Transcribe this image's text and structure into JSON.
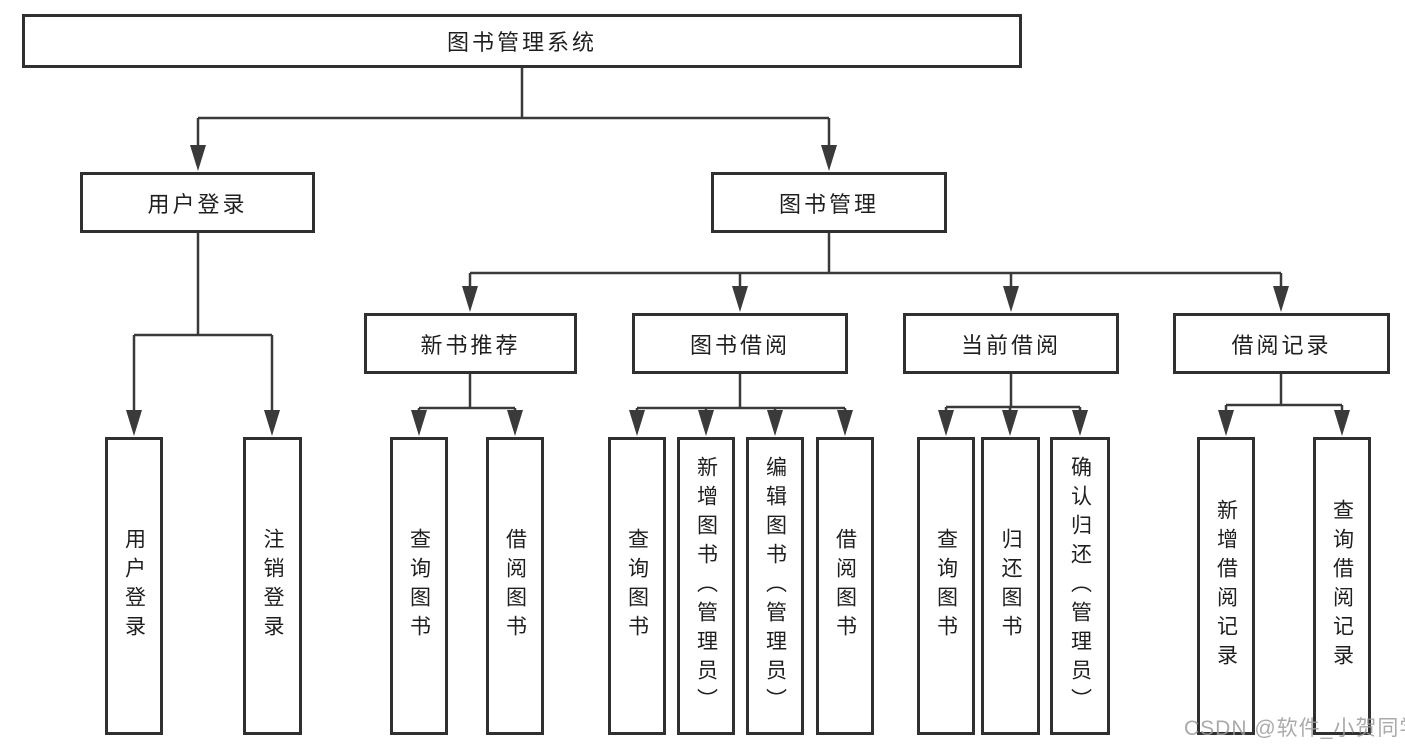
{
  "tree": {
    "label": "图书管理系统",
    "children": [
      {
        "label": "用户登录",
        "children": [
          {
            "label": "用户登录"
          },
          {
            "label": "注销登录"
          }
        ]
      },
      {
        "label": "图书管理",
        "children": [
          {
            "label": "新书推荐",
            "children": [
              {
                "label": "查询图书"
              },
              {
                "label": "借阅图书"
              }
            ]
          },
          {
            "label": "图书借阅",
            "children": [
              {
                "label": "查询图书"
              },
              {
                "label": "新增图书（管理员）"
              },
              {
                "label": "编辑图书（管理员）"
              },
              {
                "label": "借阅图书"
              }
            ]
          },
          {
            "label": "当前借阅",
            "children": [
              {
                "label": "查询图书"
              },
              {
                "label": "归还图书"
              },
              {
                "label": "确认归还（管理员）"
              }
            ]
          },
          {
            "label": "借阅记录",
            "children": [
              {
                "label": "新增借阅记录"
              },
              {
                "label": "查询借阅记录"
              }
            ]
          }
        ]
      }
    ]
  },
  "watermark": {
    "text": "CSDN @软件_小贺同学"
  },
  "colors": {
    "line": "#3a3a3a",
    "box_border": "#303030",
    "text": "#1f1f1f",
    "watermark": "#9c9c9c",
    "background": "#ffffff"
  }
}
